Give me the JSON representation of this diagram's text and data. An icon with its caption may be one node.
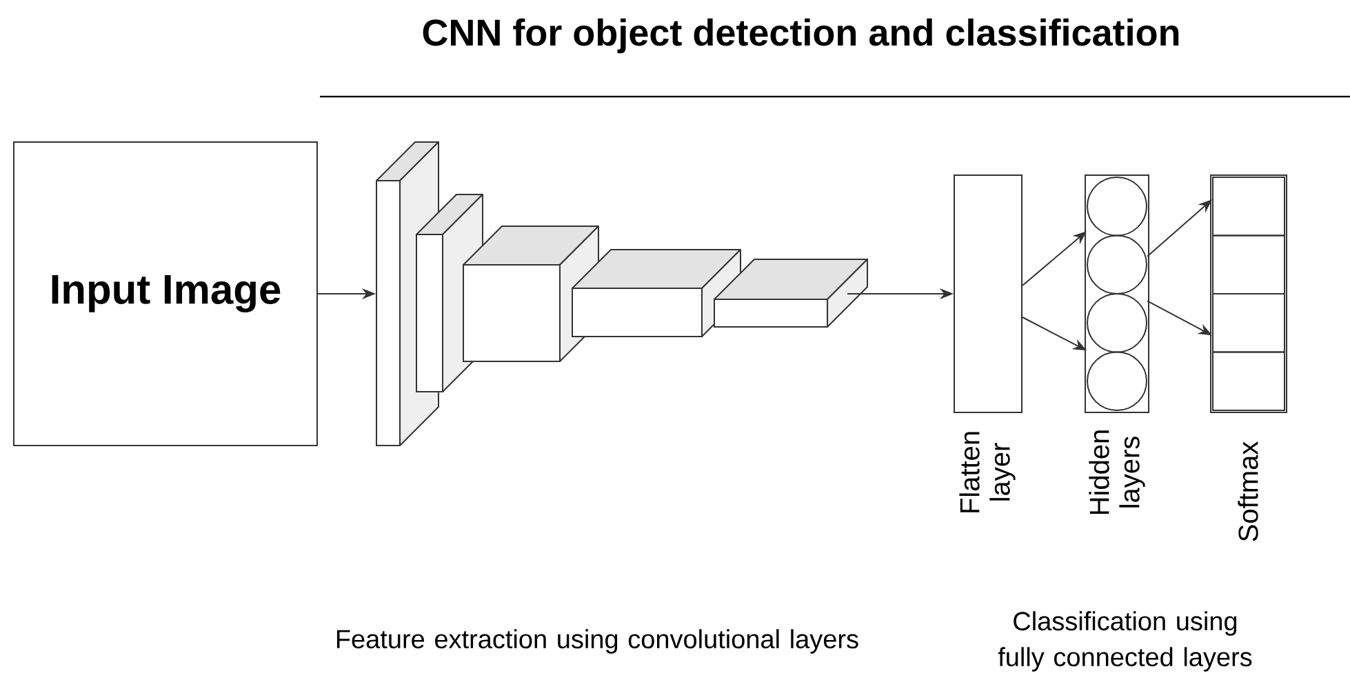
{
  "diagram": {
    "title": "CNN for object detection and classification",
    "nodes": [
      {
        "text": [
          "Input Image"
        ]
      },
      {
        "text": [],
        "shape": "box"
      },
      {
        "text": [],
        "shape": "box"
      },
      {
        "text": [],
        "shape": "box"
      },
      {
        "text": [],
        "shape": "box"
      },
      {
        "text": [],
        "shape": "box"
      },
      {
        "text": [
          "Flatten layer"
        ]
      },
      {
        "text": [
          "Hidden layers"
        ]
      },
      {
        "text": [],
        "shape": "circle",
        "in": 7
      },
      {
        "text": [],
        "shape": "circle",
        "in": 7
      },
      {
        "text": [],
        "shape": "circle",
        "in": 7
      },
      {
        "text": [],
        "shape": "circle",
        "in": 7
      },
      {
        "text": [
          "Softmax"
        ]
      },
      {
        "text": [],
        "shape": "box",
        "in": 12
      },
      {
        "text": [],
        "shape": "box",
        "in": 12
      },
      {
        "text": [],
        "shape": "box",
        "in": 12
      },
      {
        "text": [],
        "shape": "box",
        "in": 12
      }
    ],
    "edges": [
      {
        "from": 0,
        "to": 1,
        "arrow": "to"
      },
      {
        "from": 5,
        "to": 6,
        "arrow": "to"
      },
      {
        "from": 6,
        "to": 8,
        "arrow": "to"
      },
      {
        "from": 6,
        "to": 10,
        "arrow": "to"
      },
      {
        "from": 9,
        "to": 13,
        "arrow": "to"
      },
      {
        "from": 10,
        "to": 15,
        "arrow": "to"
      }
    ],
    "labels": [
      "Feature extraction using convolutional layers",
      "Classification using fully connected layers"
    ]
  }
}
